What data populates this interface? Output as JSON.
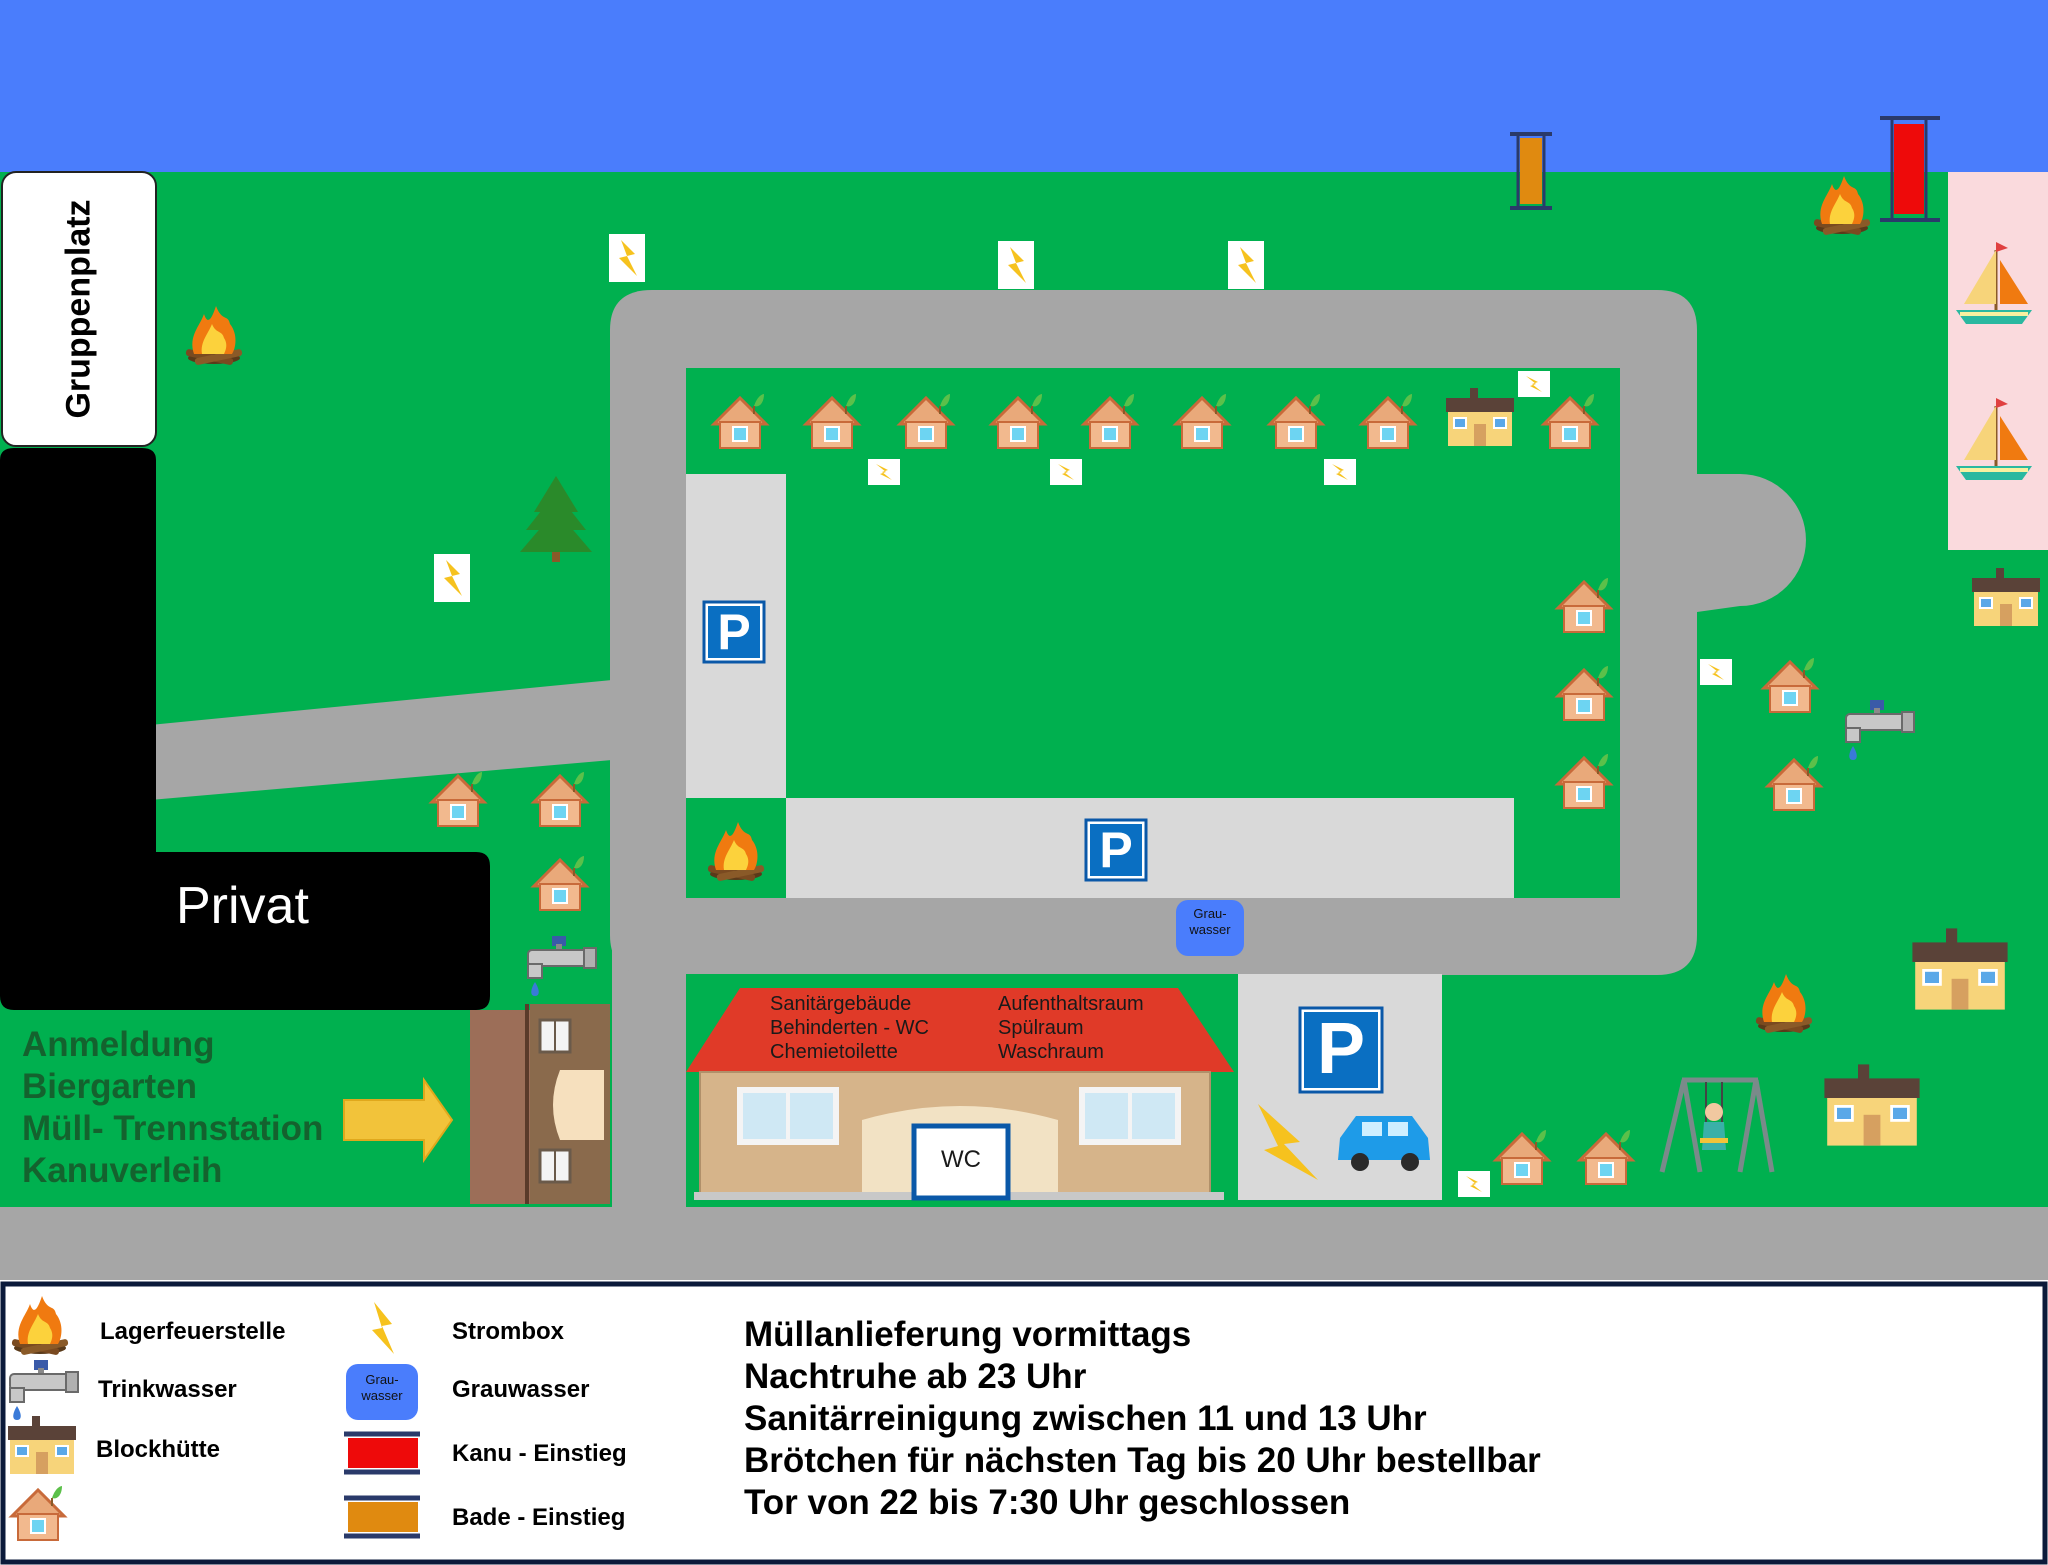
{
  "colors": {
    "water": "#4a7dfc",
    "grass": "#00b04f",
    "road": "#a6a6a6",
    "parking": "#d9d9d9",
    "private": "#000000",
    "beach": "#fadadd",
    "legend_border": "#0b1a3a"
  },
  "map": {
    "group_area_label": "Gruppenplatz",
    "private_area_label": "Privat",
    "reception_lines": [
      "Anmeldung",
      "Biergarten",
      "Müll- Trennstation",
      "Kanuverleih"
    ],
    "sanitary_left_lines": [
      "Sanitärgebäude",
      "Behinderten - WC",
      "Chemietoilette"
    ],
    "sanitary_right_lines": [
      "Aufenthaltsraum",
      "Spülraum",
      "Waschraum"
    ],
    "wc_sign": "WC",
    "parking_sign": "P",
    "greywater_badge": "Grau-wasser",
    "icons": {
      "campfire": "campfire-icon",
      "power": "power-box-icon",
      "water": "water-tap-icon",
      "cabin": "cabin-icon",
      "tent_hut": "hut-icon",
      "tree": "tree-icon",
      "boat": "sailboat-icon",
      "canoe": "canoe-entry-icon",
      "bath": "bath-entry-icon",
      "car": "car-icon",
      "swing": "swing-icon",
      "arrow": "arrow-right-icon"
    }
  },
  "legend": {
    "items": [
      {
        "icon": "campfire-icon",
        "label": "Lagerfeuerstelle"
      },
      {
        "icon": "water-tap-icon",
        "label": "Trinkwasser"
      },
      {
        "icon": "cabin-icon",
        "label": "Blockhütte"
      },
      {
        "icon": "hut-icon",
        "label": ""
      },
      {
        "icon": "power-box-icon",
        "label": "Strombox"
      },
      {
        "icon": "greywater-icon",
        "label": "Grauwasser"
      },
      {
        "icon": "canoe-entry-icon",
        "label": "Kanu - Einstieg"
      },
      {
        "icon": "bath-entry-icon",
        "label": "Bade - Einstieg"
      }
    ],
    "greywater_badge": "Grau-wasser",
    "notes": [
      "Müllanlieferung vormittags",
      "Nachtruhe ab 23 Uhr",
      "Sanitärreinigung zwischen 11 und 13 Uhr",
      "Brötchen für nächsten Tag bis 20 Uhr bestellbar",
      "Tor von 22 bis 7:30 Uhr geschlossen"
    ]
  }
}
